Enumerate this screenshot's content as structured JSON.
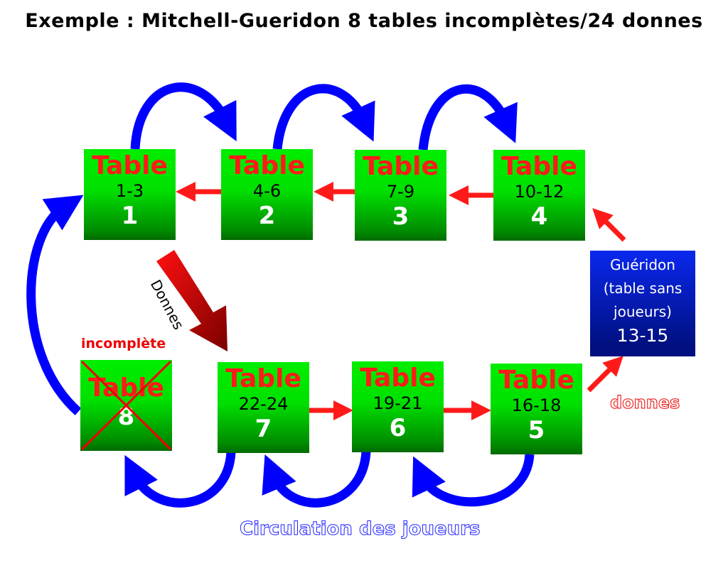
{
  "title": "Exemple : Mitchell-Gueridon 8 tables incomplètes/24 donnes",
  "tables": [
    {
      "label": "Table",
      "range": "1-3",
      "number": "1"
    },
    {
      "label": "Table",
      "range": "4-6",
      "number": "2"
    },
    {
      "label": "Table",
      "range": "7-9",
      "number": "3"
    },
    {
      "label": "Table",
      "range": "10-12",
      "number": "4"
    },
    {
      "label": "Table",
      "range": "16-18",
      "number": "5"
    },
    {
      "label": "Table",
      "range": "19-21",
      "number": "6"
    },
    {
      "label": "Table",
      "range": "22-24",
      "number": "7"
    },
    {
      "label": "Table",
      "range": "",
      "number": "8"
    }
  ],
  "gueridon": {
    "line1": "Guéridon",
    "line2": "(table sans",
    "line3": "joueurs)",
    "range": "13-15"
  },
  "incomplete_label": "incomplète",
  "donnes_arrow_label": "Donnes",
  "donnes_label": "donnes",
  "circulation_label": "Circulation des joueurs",
  "colors": {
    "player_arrows": "#0000ff",
    "board_arrows": "#ff0000",
    "table_green": "#00e000",
    "gueridon_blue": "#0a28ee"
  }
}
